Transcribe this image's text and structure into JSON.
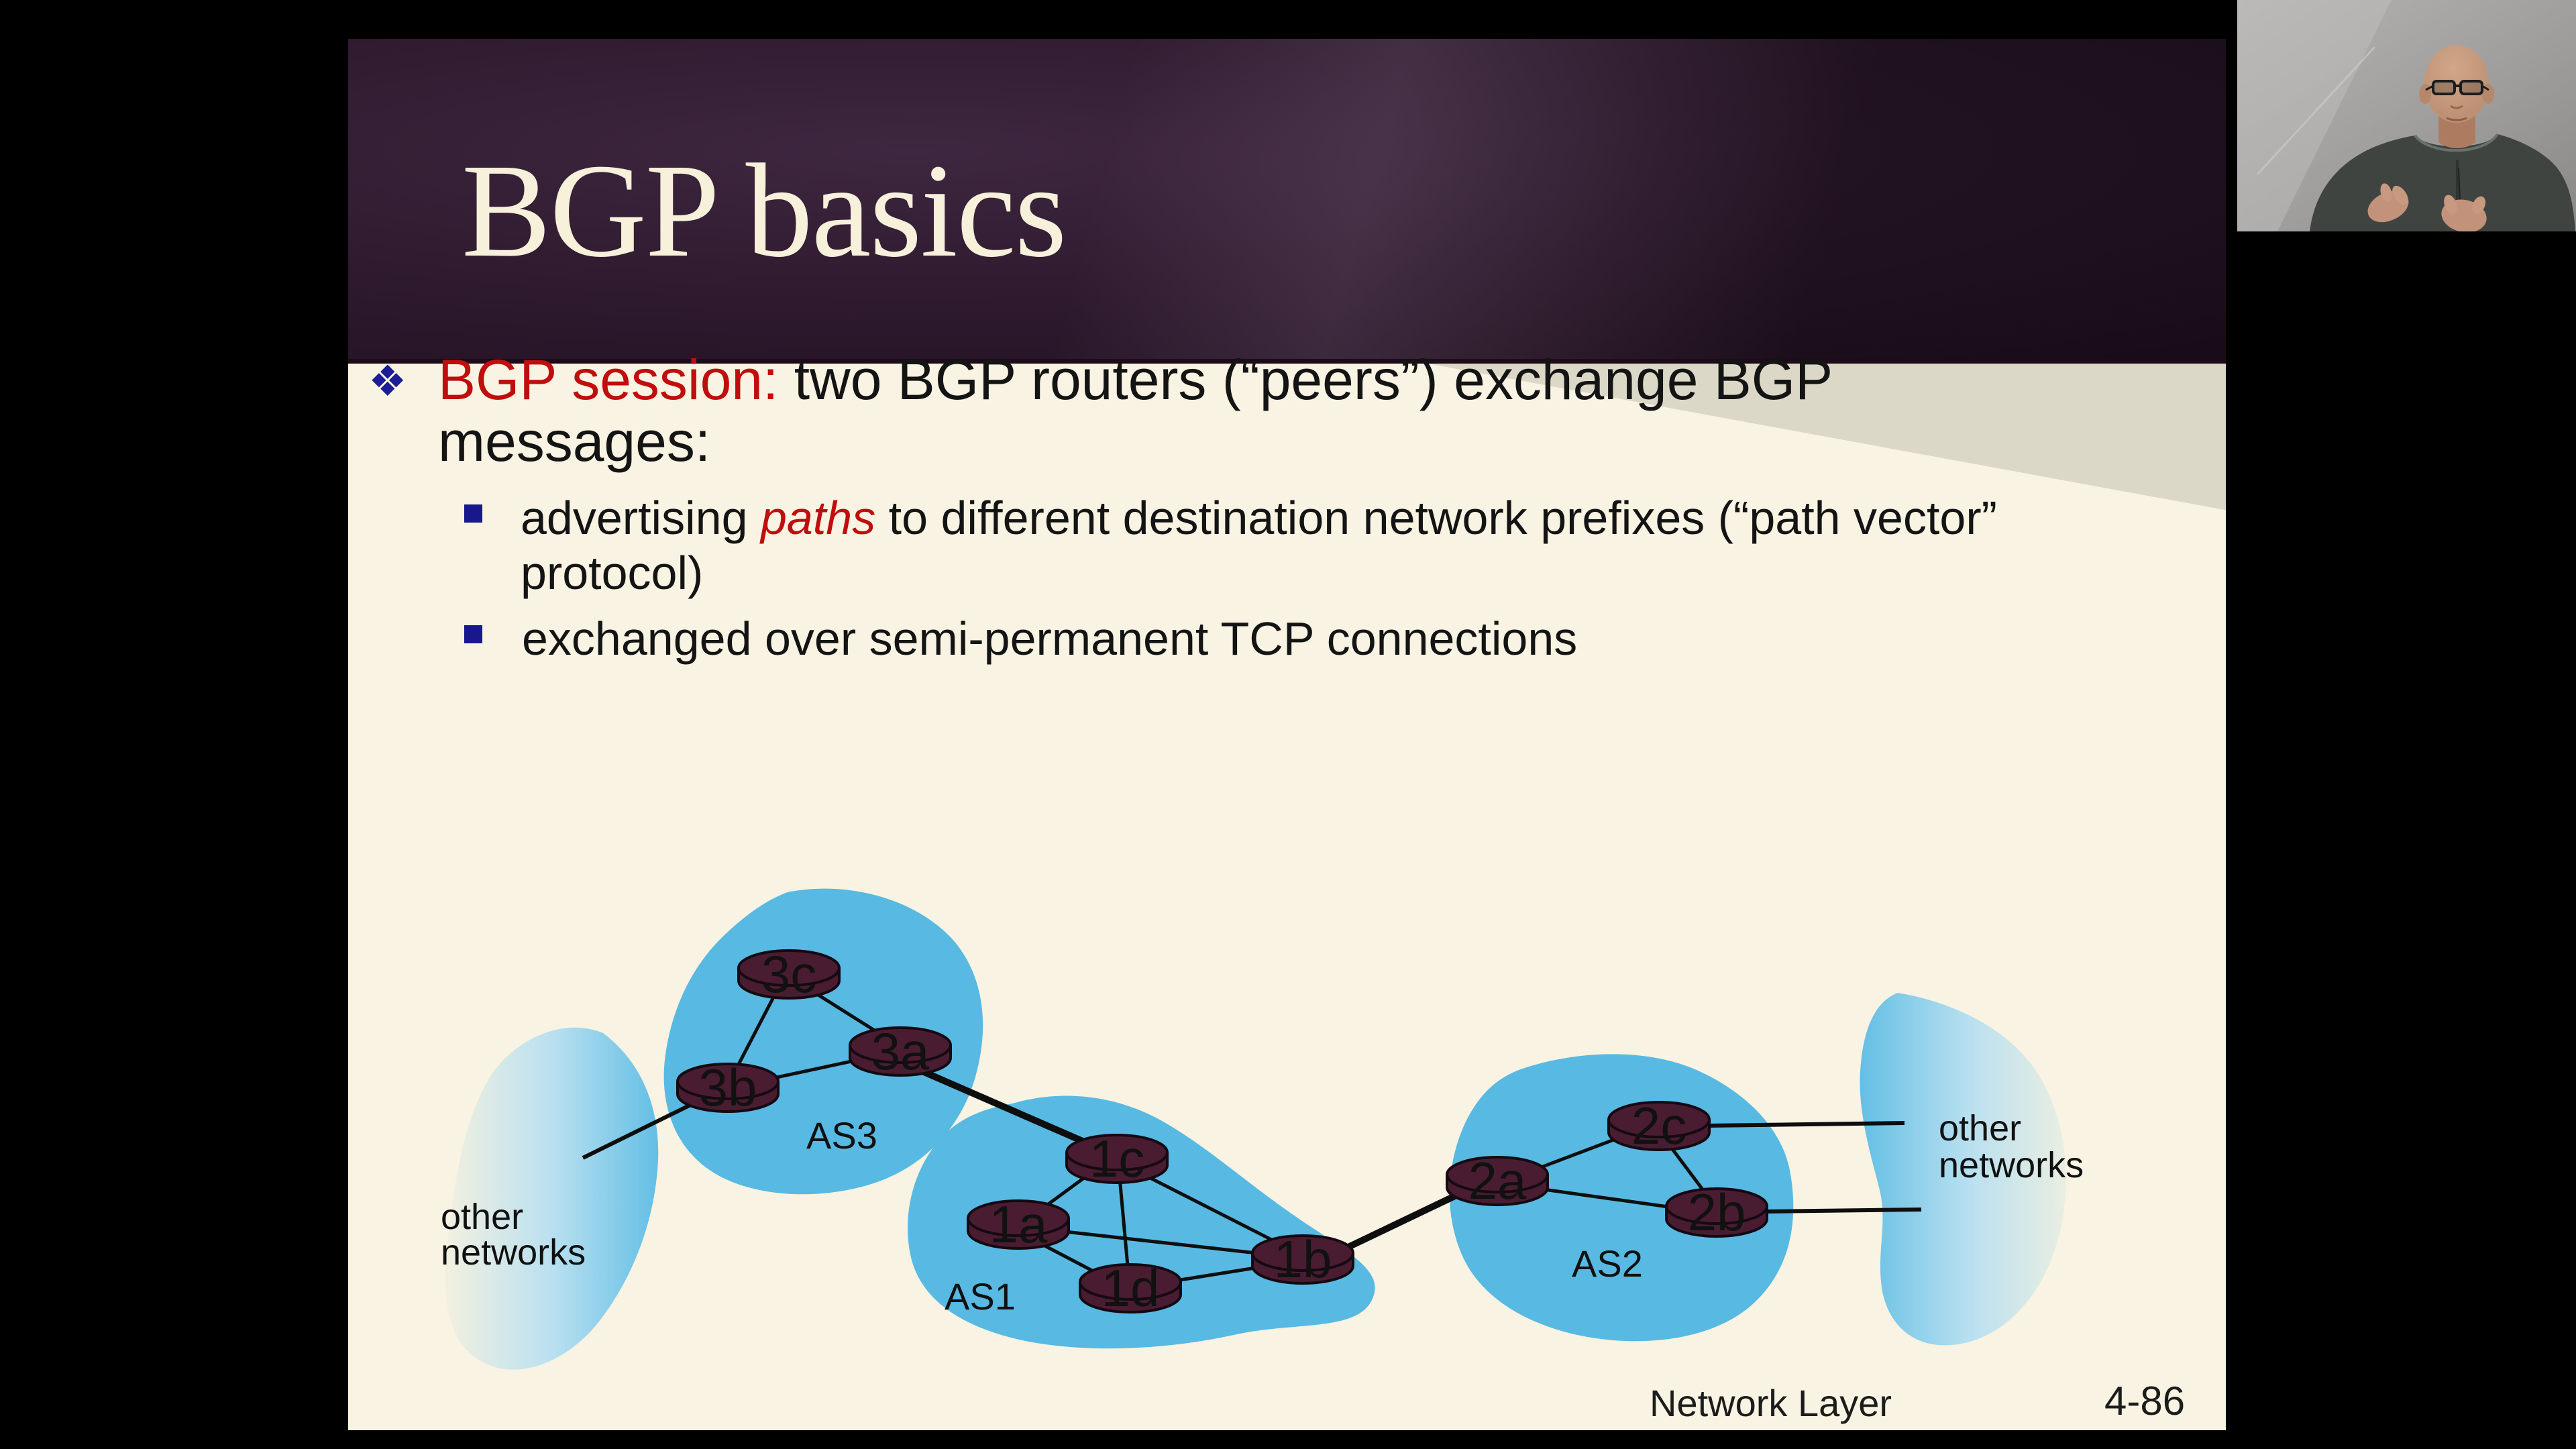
{
  "slide": {
    "title": "BGP basics",
    "bullet1": {
      "marker": "❖",
      "lead": "BGP session:",
      "rest": " two BGP routers (“peers”) exchange BGP",
      "line2": "messages:"
    },
    "sub1": {
      "pre": "advertising ",
      "highlight": "paths",
      "post": " to different destination network prefixes (“path vector”",
      "line2": "protocol)"
    },
    "sub2": "exchanged over semi-permanent TCP connections",
    "footer_left": "Network Layer",
    "footer_right": "4-86"
  },
  "diagram": {
    "as3_label": "AS3",
    "as1_label": "AS1",
    "as2_label": "AS2",
    "routers": {
      "r3c": "3c",
      "r3a": "3a",
      "r3b": "3b",
      "r1c": "1c",
      "r1a": "1a",
      "r1d": "1d",
      "r1b": "1b",
      "r2a": "2a",
      "r2c": "2c",
      "r2b": "2b"
    },
    "left_blob_line1": "other",
    "left_blob_line2": "networks",
    "right_blob_line1": "other",
    "right_blob_line2": "networks"
  },
  "colors": {
    "slide_background": "#f8f3e2",
    "header_purple": "#301b30",
    "title_text": "#f7f0da",
    "accent_red": "#c00d0d",
    "bullet_navy": "#1c1c96",
    "cloud_blue": "#58b9e3",
    "router_plum": "#4a1c31"
  }
}
